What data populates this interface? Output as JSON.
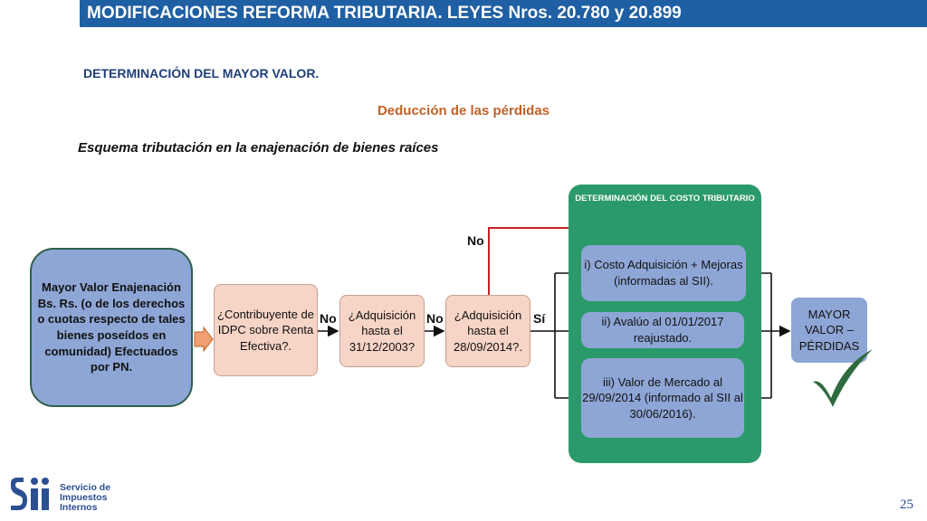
{
  "header": {
    "title": "MODIFICACIONES REFORMA TRIBUTARIA. LEYES Nros. 20.780 y 20.899"
  },
  "section_title": "DETERMINACIÓN DEL MAYOR VALOR.",
  "subtitle": "Deducción de las pérdidas",
  "diagram_title": "Esquema tributación en la enajenación de bienes raíces",
  "start_box": "Mayor Valor Enajenación Bs. Rs. (o de los derechos o cuotas respecto de tales bienes poseídos en comunidad) Efectuados por PN.",
  "questions": {
    "q1": "¿Contribuyente de  IDPC sobre Renta Efectiva?.",
    "q2": "¿Adquisición hasta el 31/12/2003?",
    "q3": "¿Adquisición hasta el 28/09/2014?."
  },
  "labels": {
    "no1": "No",
    "no2": "No",
    "si": "Sí",
    "no3": "No"
  },
  "cost_panel": {
    "title": "DETERMINACIÓN DEL COSTO TRIBUTARIO",
    "options": [
      "i) Costo Adquisición + Mejoras (informadas al SII).",
      "ii) Avalúo al 01/01/2017 reajustado.",
      "iii) Valor de Mercado al 29/09/2014 (informado al SII al 30/06/2016)."
    ]
  },
  "result_box": "MAYOR VALOR – PÉRDIDAS",
  "logo": {
    "line1": "Servicio de",
    "line2": "Impuestos",
    "line3": "Internos"
  },
  "page_number": "25",
  "colors": {
    "header": "#1f5fa3",
    "blue_box": "#8ea6d6",
    "pink_box": "#f6d4c6",
    "green_panel": "#2b9a6a",
    "accent_orange": "#c0622a",
    "red_line": "#c62020",
    "check": "#2f6b3f"
  }
}
